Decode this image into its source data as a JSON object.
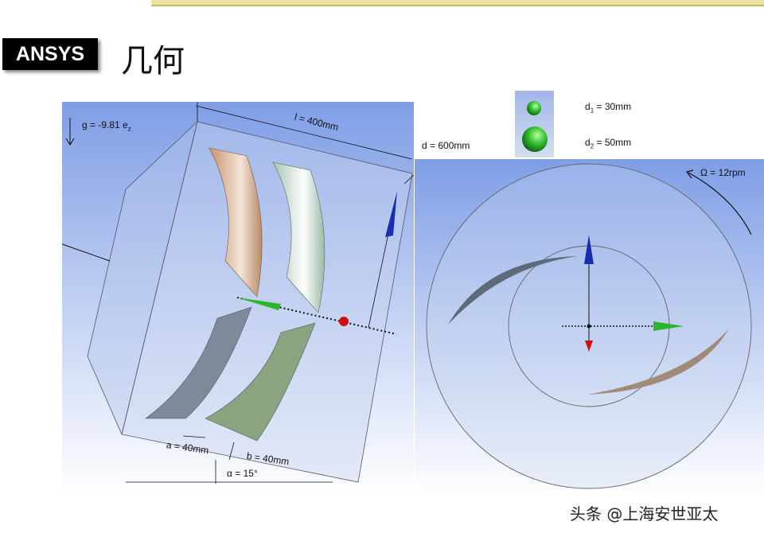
{
  "header": {
    "logo_text": "ANSYS",
    "title": "几何"
  },
  "labels": {
    "gravity": "g = -9.81 e",
    "gravity_sub": "z",
    "length": "l = 400mm",
    "diameter": "d = 600mm",
    "a": "a = 40mm",
    "b": "b = 40mm",
    "alpha": "α = 15°",
    "d1_main": "d",
    "d1_sub": "1",
    "d1_value": " = 30mm",
    "d2_main": "d",
    "d2_sub": "2",
    "d2_value": " = 50mm",
    "omega": "Ω = 12rpm"
  },
  "footer": {
    "watermark": "头条 @上海安世亚太"
  },
  "colors": {
    "bg_top": "#7f9ee6",
    "bg_bottom": "#ffffff",
    "blade_copper": "#c89a72",
    "blade_green": "#8aa880",
    "blade_grey": "#7f8c99",
    "axis_blue": "#1a2fb0",
    "axis_green": "#2ab52a",
    "axis_red": "#d01010"
  }
}
